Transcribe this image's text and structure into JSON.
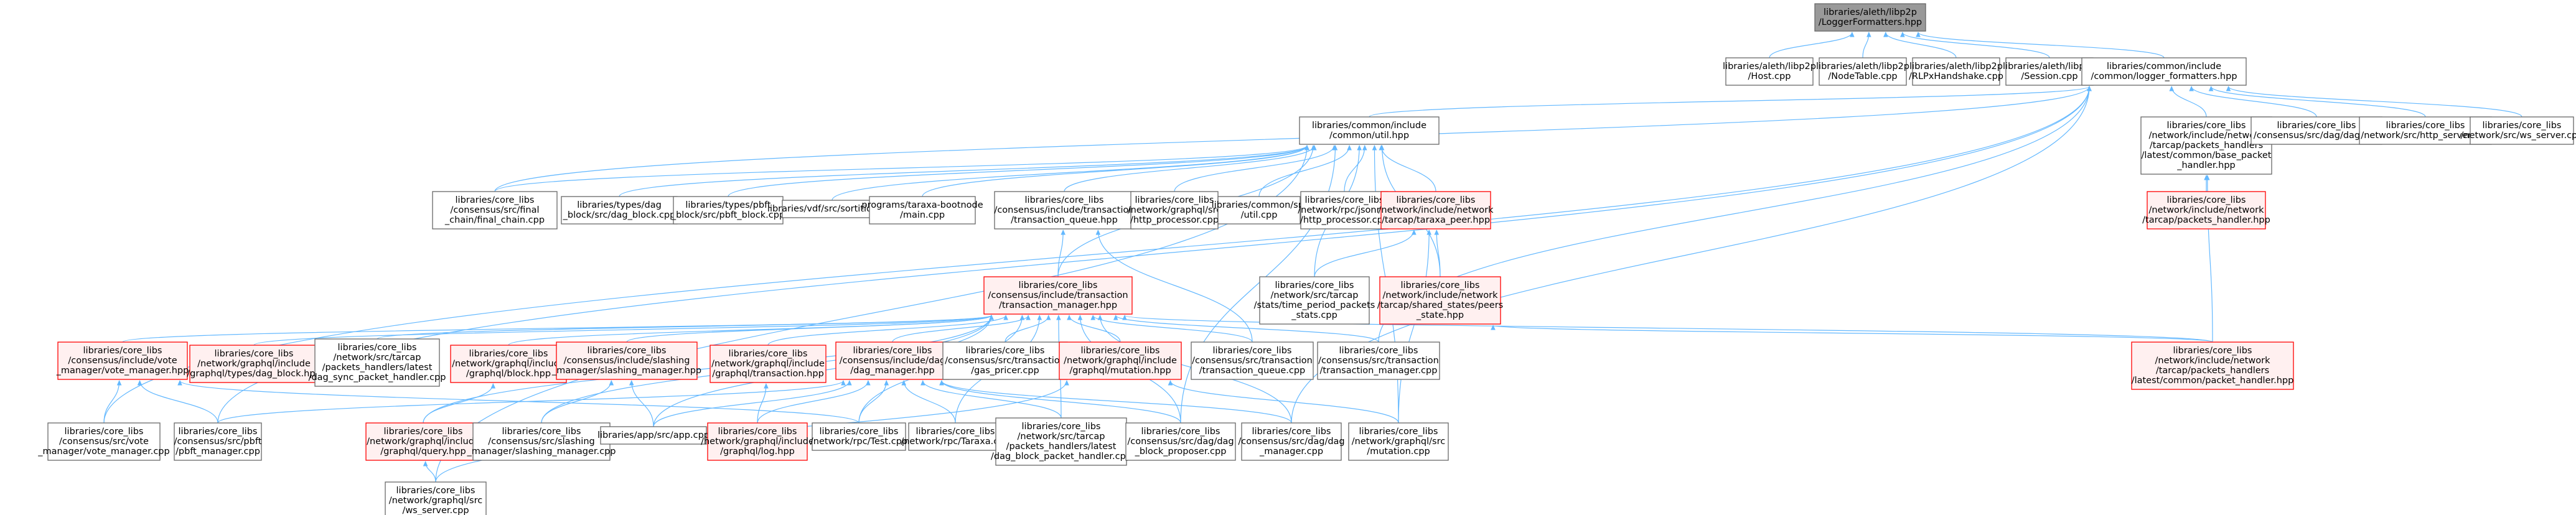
{
  "colors": {
    "root_fill": "#999999",
    "root_stroke": "#666666",
    "node_fill": "#ffffff",
    "node_stroke": "#666666",
    "highlight_fill": "#fff0f0",
    "highlight_stroke": "#ff0000",
    "edge": "#63b8ff"
  },
  "nodes": [
    {
      "id": "root",
      "lines": [
        "libraries/aleth/libp2p",
        "/LoggerFormatters.hpp"
      ],
      "style": "root"
    },
    {
      "id": "host",
      "lines": [
        "libraries/aleth/libp2p",
        "/Host.cpp"
      ],
      "style": "normal"
    },
    {
      "id": "nodetable",
      "lines": [
        "libraries/aleth/libp2p",
        "/NodeTable.cpp"
      ],
      "style": "normal"
    },
    {
      "id": "rlpx",
      "lines": [
        "libraries/aleth/libp2p",
        "/RLPxHandshake.cpp"
      ],
      "style": "normal"
    },
    {
      "id": "session",
      "lines": [
        "libraries/aleth/libp2p",
        "/Session.cpp"
      ],
      "style": "normal"
    },
    {
      "id": "logger",
      "lines": [
        "libraries/common/include",
        "/common/logger_formatters.hpp"
      ],
      "style": "normal"
    },
    {
      "id": "util",
      "lines": [
        "libraries/common/include",
        "/common/util.hpp"
      ],
      "style": "normal"
    },
    {
      "id": "basepacket",
      "lines": [
        "libraries/core_libs",
        "/network/include/network",
        "/tarcap/packets_handlers",
        "/latest/common/base_packet",
        "_handler.hpp"
      ],
      "style": "normal"
    },
    {
      "id": "dagcpp",
      "lines": [
        "libraries/core_libs",
        "/consensus/src/dag/dag.cpp"
      ],
      "style": "normal"
    },
    {
      "id": "httpserver",
      "lines": [
        "libraries/core_libs",
        "/network/src/http_server.cpp"
      ],
      "style": "normal"
    },
    {
      "id": "wsserver",
      "lines": [
        "libraries/core_libs",
        "/network/src/ws_server.cpp"
      ],
      "style": "normal"
    },
    {
      "id": "finalchain",
      "lines": [
        "libraries/core_libs",
        "/consensus/src/final",
        "_chain/final_chain.cpp"
      ],
      "style": "normal"
    },
    {
      "id": "dagblock",
      "lines": [
        "libraries/types/dag",
        "_block/src/dag_block.cpp"
      ],
      "style": "normal"
    },
    {
      "id": "pbftblock",
      "lines": [
        "libraries/types/pbft",
        "_block/src/pbft_block.cpp"
      ],
      "style": "normal"
    },
    {
      "id": "sortition",
      "lines": [
        "libraries/vdf/src/sortition.cpp"
      ],
      "style": "normal"
    },
    {
      "id": "bootnode",
      "lines": [
        "programs/taraxa-bootnode",
        "/main.cpp"
      ],
      "style": "normal"
    },
    {
      "id": "txqueuehpp",
      "lines": [
        "libraries/core_libs",
        "/consensus/include/transaction",
        "/transaction_queue.hpp"
      ],
      "style": "normal"
    },
    {
      "id": "httpproc",
      "lines": [
        "libraries/core_libs",
        "/network/graphql/src",
        "/http_processor.cpp"
      ],
      "style": "normal"
    },
    {
      "id": "utilcpp",
      "lines": [
        "libraries/common/src",
        "/util.cpp"
      ],
      "style": "normal"
    },
    {
      "id": "jsonrpc",
      "lines": [
        "libraries/core_libs",
        "/network/rpc/jsonrpc",
        "/http_processor.cpp"
      ],
      "style": "normal"
    },
    {
      "id": "taraxapeer",
      "lines": [
        "libraries/core_libs",
        "/network/include/network",
        "/tarcap/taraxa_peer.hpp"
      ],
      "style": "red"
    },
    {
      "id": "packethandlerhpp",
      "lines": [
        "libraries/core_libs",
        "/network/include/network",
        "/tarcap/packets_handler.hpp"
      ],
      "style": "red"
    },
    {
      "id": "txmanager",
      "lines": [
        "libraries/core_libs",
        "/consensus/include/transaction",
        "/transaction_manager.hpp"
      ],
      "style": "red"
    },
    {
      "id": "timeperiod",
      "lines": [
        "libraries/core_libs",
        "/network/src/tarcap",
        "/stats/time_period_packets",
        "_stats.cpp"
      ],
      "style": "normal"
    },
    {
      "id": "peersstate",
      "lines": [
        "libraries/core_libs",
        "/network/include/network",
        "/tarcap/shared_states/peers",
        "_state.hpp"
      ],
      "style": "red"
    },
    {
      "id": "votemanagerhpp",
      "lines": [
        "libraries/core_libs",
        "/consensus/include/vote",
        "_manager/vote_manager.hpp"
      ],
      "style": "red"
    },
    {
      "id": "gqldagblock",
      "lines": [
        "libraries/core_libs",
        "/network/graphql/include",
        "/graphql/types/dag_block.hpp"
      ],
      "style": "red"
    },
    {
      "id": "dagsync",
      "lines": [
        "libraries/core_libs",
        "/network/src/tarcap",
        "/packets_handlers/latest",
        "/dag_sync_packet_handler.cpp"
      ],
      "style": "normal"
    },
    {
      "id": "gqlblock",
      "lines": [
        "libraries/core_libs",
        "/network/graphql/include",
        "/graphql/block.hpp"
      ],
      "style": "red"
    },
    {
      "id": "slashinghpp",
      "lines": [
        "libraries/core_libs",
        "/consensus/include/slashing",
        "_manager/slashing_manager.hpp"
      ],
      "style": "red"
    },
    {
      "id": "gqltransaction",
      "lines": [
        "libraries/core_libs",
        "/network/graphql/include",
        "/graphql/transaction.hpp"
      ],
      "style": "red"
    },
    {
      "id": "dagmanagerhpp",
      "lines": [
        "libraries/core_libs",
        "/consensus/include/dag",
        "/dag_manager.hpp"
      ],
      "style": "red"
    },
    {
      "id": "gaspricer",
      "lines": [
        "libraries/core_libs",
        "/consensus/src/transaction",
        "/gas_pricer.cpp"
      ],
      "style": "normal"
    },
    {
      "id": "gqlmutation",
      "lines": [
        "libraries/core_libs",
        "/network/graphql/include",
        "/graphql/mutation.hpp"
      ],
      "style": "red"
    },
    {
      "id": "txqueuecpp",
      "lines": [
        "libraries/core_libs",
        "/consensus/src/transaction",
        "/transaction_queue.cpp"
      ],
      "style": "normal"
    },
    {
      "id": "txmanagercpp",
      "lines": [
        "libraries/core_libs",
        "/consensus/src/transaction",
        "/transaction_manager.cpp"
      ],
      "style": "normal"
    },
    {
      "id": "packethandlercommon",
      "lines": [
        "libraries/core_libs",
        "/network/include/network",
        "/tarcap/packets_handlers",
        "/latest/common/packet_handler.hpp"
      ],
      "style": "red"
    },
    {
      "id": "votemanagercpp",
      "lines": [
        "libraries/core_libs",
        "/consensus/src/vote",
        "_manager/vote_manager.cpp"
      ],
      "style": "normal"
    },
    {
      "id": "pbftmanager",
      "lines": [
        "libraries/core_libs",
        "/consensus/src/pbft",
        "/pbft_manager.cpp"
      ],
      "style": "normal"
    },
    {
      "id": "gqlquery",
      "lines": [
        "libraries/core_libs",
        "/network/graphql/include",
        "/graphql/query.hpp"
      ],
      "style": "red"
    },
    {
      "id": "slashingcpp",
      "lines": [
        "libraries/core_libs",
        "/consensus/src/slashing",
        "_manager/slashing_manager.cpp"
      ],
      "style": "normal"
    },
    {
      "id": "appcpp",
      "lines": [
        "libraries/app/src/app.cpp"
      ],
      "style": "normal"
    },
    {
      "id": "gqllog",
      "lines": [
        "libraries/core_libs",
        "/network/graphql/include",
        "/graphql/log.hpp"
      ],
      "style": "red"
    },
    {
      "id": "testcpp",
      "lines": [
        "libraries/core_libs",
        "/network/rpc/Test.cpp"
      ],
      "style": "normal"
    },
    {
      "id": "taraxacpp",
      "lines": [
        "libraries/core_libs",
        "/network/rpc/Taraxa.cpp"
      ],
      "style": "normal"
    },
    {
      "id": "dagblockhandler",
      "lines": [
        "libraries/core_libs",
        "/network/src/tarcap",
        "/packets_handlers/latest",
        "/dag_block_packet_handler.cpp"
      ],
      "style": "normal"
    },
    {
      "id": "dagblockproposer",
      "lines": [
        "libraries/core_libs",
        "/consensus/src/dag/dag",
        "_block_proposer.cpp"
      ],
      "style": "normal"
    },
    {
      "id": "dagmanagercpp",
      "lines": [
        "libraries/core_libs",
        "/consensus/src/dag/dag",
        "_manager.cpp"
      ],
      "style": "normal"
    },
    {
      "id": "mutationcpp",
      "lines": [
        "libraries/core_libs",
        "/network/graphql/src",
        "/mutation.cpp"
      ],
      "style": "normal"
    },
    {
      "id": "gqlwsserver",
      "lines": [
        "libraries/core_libs",
        "/network/graphql/src",
        "/ws_server.cpp"
      ],
      "style": "normal"
    }
  ]
}
